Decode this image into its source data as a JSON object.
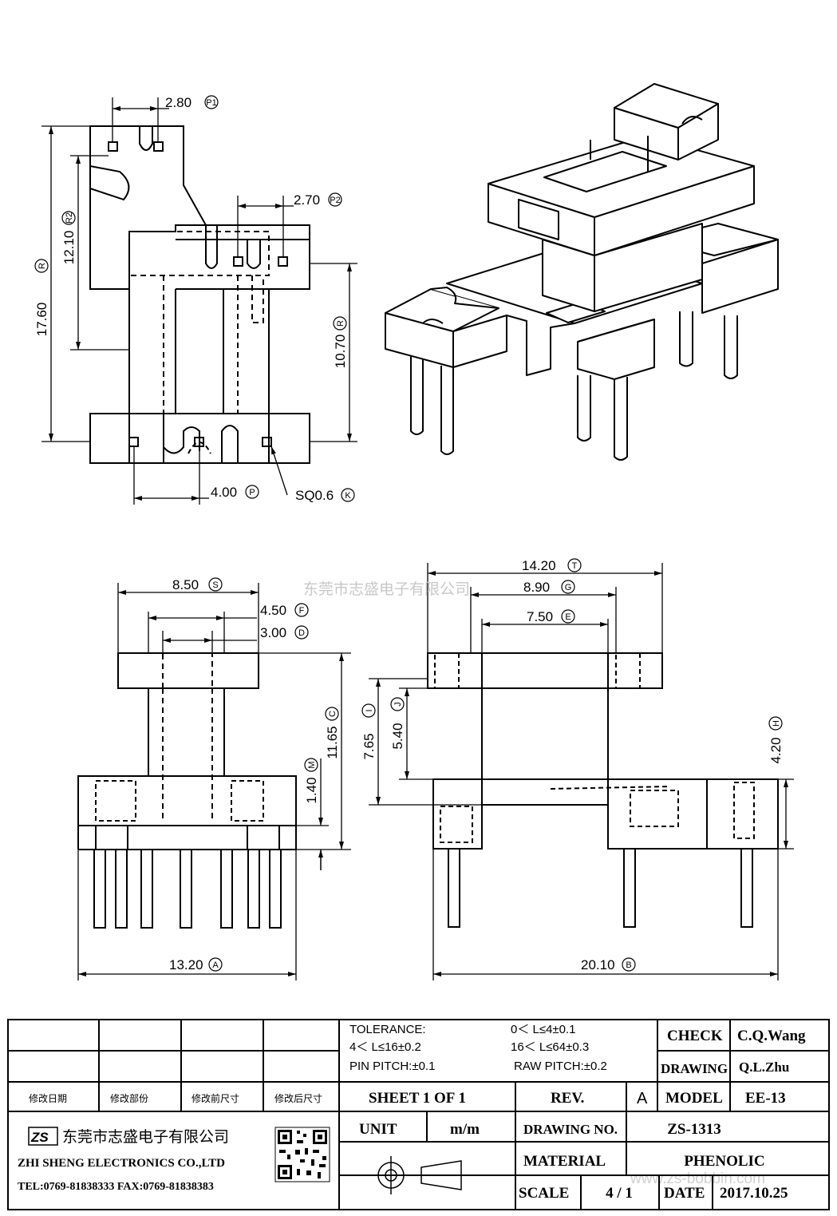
{
  "dimensions": {
    "d280": "2.80",
    "p1": "P1",
    "d270": "2.70",
    "p2": "P2",
    "d1760": "17.60",
    "r1760": "R",
    "d1210": "12.10",
    "r1210": "R2",
    "d1070": "10.70",
    "r1070": "R",
    "d400": "4.00",
    "p400": "P",
    "sq": "SQ0.6",
    "k": "K",
    "d850": "8.50",
    "s": "S",
    "d450": "4.50",
    "f": "F",
    "d300": "3.00",
    "dd": "D",
    "d1165": "11.65",
    "c": "C",
    "d140": "1.40",
    "m": "M",
    "d1320": "13.20",
    "a": "A",
    "d1420": "14.20",
    "t": "T",
    "d890": "8.90",
    "g": "G",
    "d750": "7.50",
    "e": "E",
    "d765": "7.65",
    "i": "I",
    "d540": "5.40",
    "j": "J",
    "d420": "4.20",
    "h": "H",
    "d2010": "20.10",
    "b": "B"
  },
  "watermark": {
    "top": "东莞市志盛电子有限公司",
    "bottom": "www.zs-bobbin.com"
  },
  "title_block": {
    "tolerance_label": "TOLERANCE:",
    "tol1": "0＜ L≤4±0.1",
    "tol2": "4＜ L≤16±0.2",
    "tol3": "16＜ L≤64±0.3",
    "pin_pitch": "PIN PITCH:±0.1",
    "raw_pitch": "RAW PITCH:±0.2",
    "check_label": "CHECK",
    "check_value": "C.Q.Wang",
    "drawing_label": "DRAWING",
    "drawing_value": "Q.L.Zhu",
    "rev_col1": "修改日期",
    "rev_col2": "修改部份",
    "rev_col3": "修改前尺寸",
    "rev_col4": "修改后尺寸",
    "sheet": "SHEET  1  OF  1",
    "rev_label": "REV.",
    "rev_value": "A",
    "model_label": "MODEL",
    "model_value": "EE-13",
    "unit_label": "UNIT",
    "unit_value": "m/m",
    "drawing_no_label": "DRAWING  NO.",
    "drawing_no_value": "ZS-1313",
    "material_label": "MATERIAL",
    "material_value": "PHENOLIC",
    "scale_label": "SCALE",
    "scale_value": "4 / 1",
    "date_label": "DATE",
    "date_value": "2017.10.25",
    "company_cn": "东莞市志盛电子有限公司",
    "company_en": "ZHI SHENG  ELECTRONICS CO.,LTD",
    "contact": "TEL:0769-81838333 FAX:0769-81838383",
    "logo_text": "ZS"
  }
}
